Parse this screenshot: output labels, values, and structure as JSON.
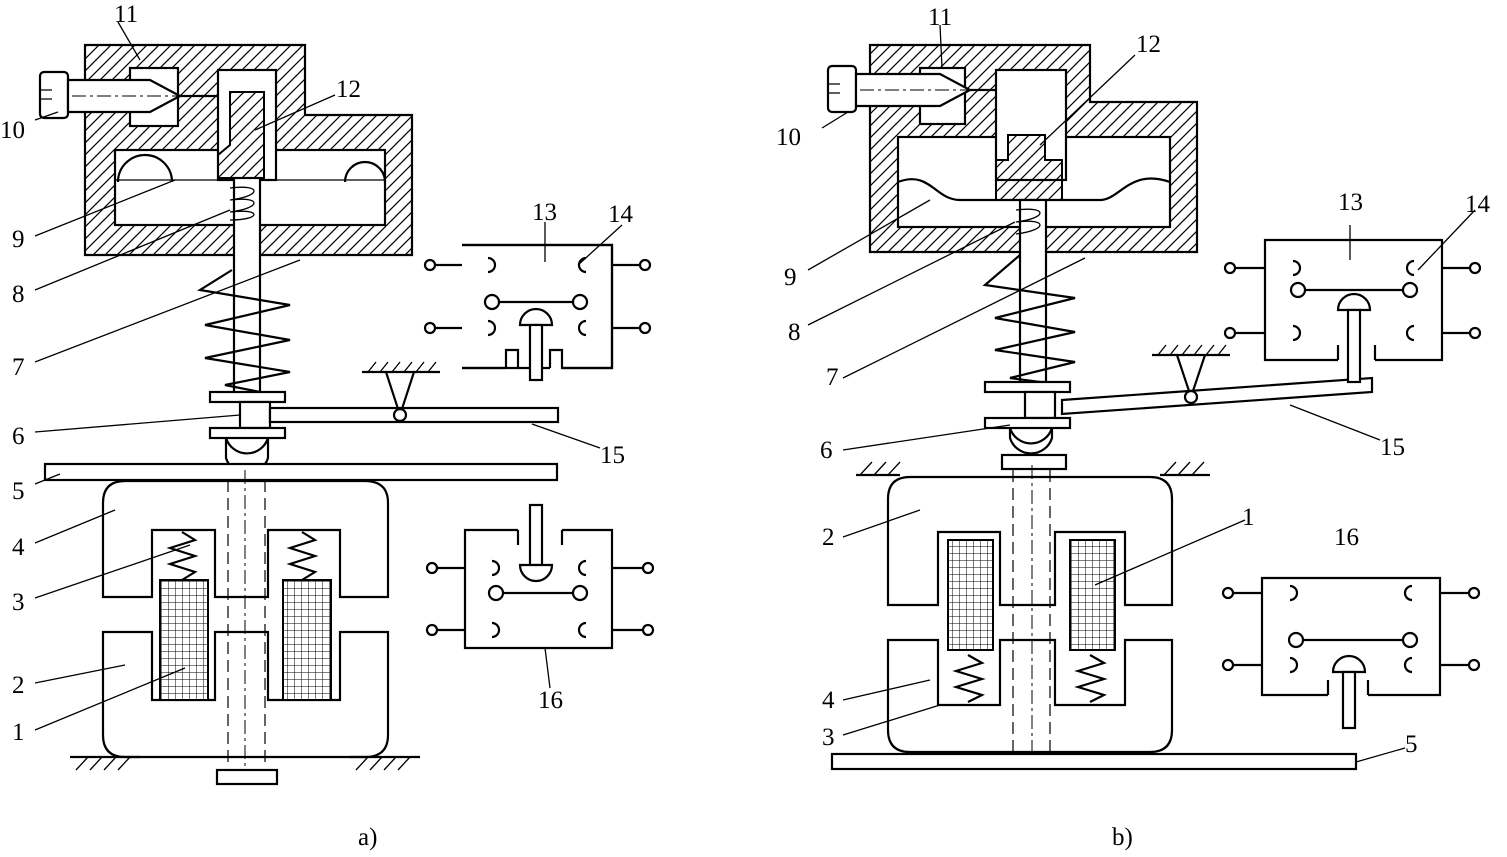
{
  "figure": {
    "panels": [
      {
        "id": "a",
        "caption": "a)",
        "labels": [
          "1",
          "2",
          "3",
          "4",
          "5",
          "6",
          "7",
          "8",
          "9",
          "10",
          "11",
          "12",
          "13",
          "14",
          "15",
          "16"
        ]
      },
      {
        "id": "b",
        "caption": "b)",
        "labels": [
          "1",
          "2",
          "3",
          "4",
          "5",
          "6",
          "7",
          "8",
          "9",
          "10",
          "11",
          "12",
          "13",
          "14",
          "15",
          "16"
        ]
      }
    ]
  },
  "colors": {
    "ink": "#000000",
    "paper": "#ffffff"
  }
}
